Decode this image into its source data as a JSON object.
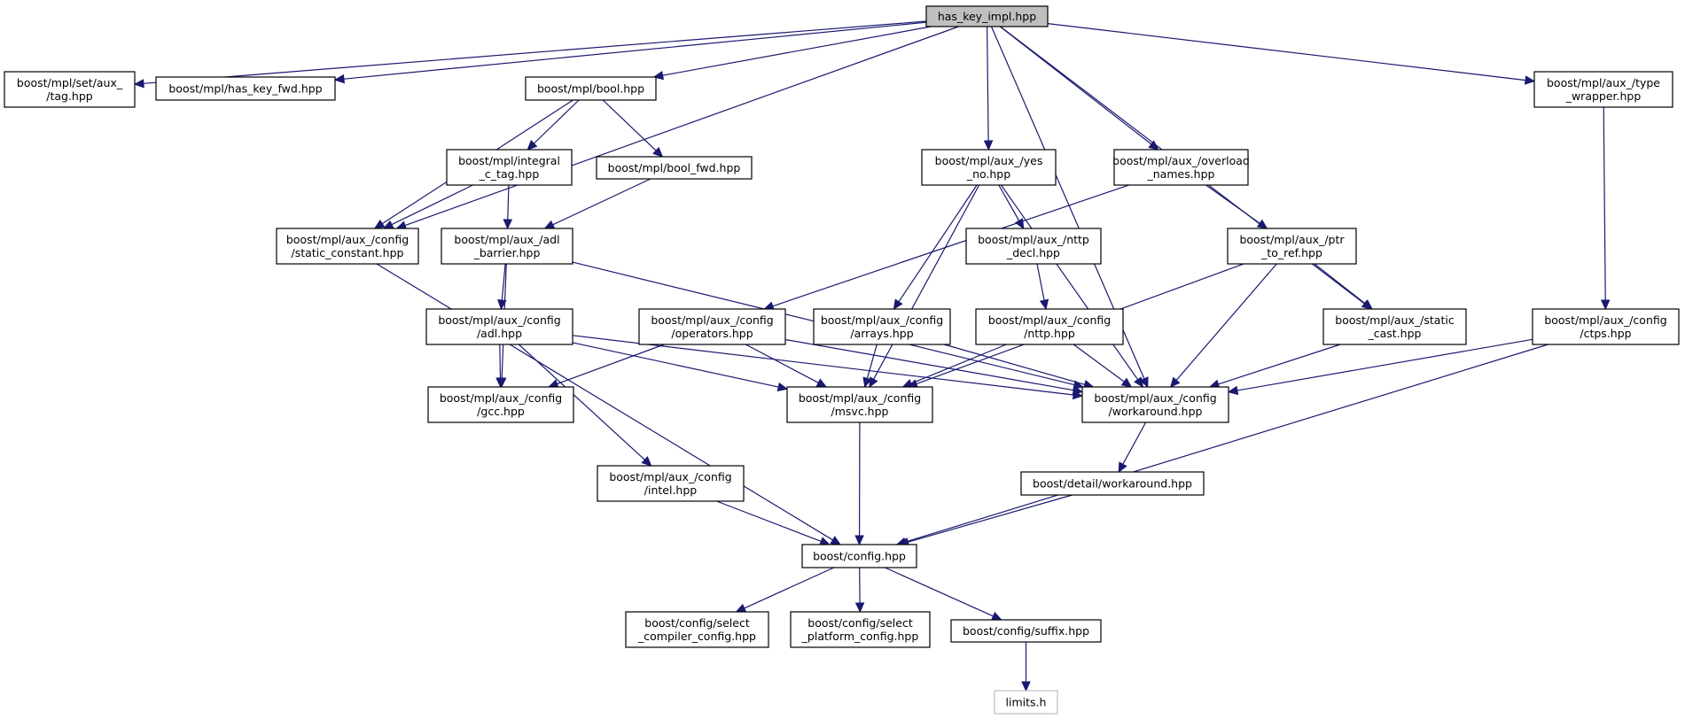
{
  "title": "has_key_impl.hpp include dependency graph",
  "colors": {
    "edge": "#191970",
    "root_fill": "#bfbfbf",
    "node_fill": "#ffffff",
    "node_border": "#000000",
    "external_border": "#bfbfbf"
  },
  "nodes": [
    {
      "id": "root",
      "lines": [
        "has_key_impl.hpp"
      ],
      "kind": "root"
    },
    {
      "id": "set_tag",
      "lines": [
        "boost/mpl/set/aux_",
        "/tag.hpp"
      ]
    },
    {
      "id": "has_key_fwd",
      "lines": [
        "boost/mpl/has_key_fwd.hpp"
      ]
    },
    {
      "id": "bool",
      "lines": [
        "boost/mpl/bool.hpp"
      ]
    },
    {
      "id": "integral_c_tag",
      "lines": [
        "boost/mpl/integral",
        "_c_tag.hpp"
      ]
    },
    {
      "id": "bool_fwd",
      "lines": [
        "boost/mpl/bool_fwd.hpp"
      ]
    },
    {
      "id": "yes_no",
      "lines": [
        "boost/mpl/aux_/yes",
        "_no.hpp"
      ]
    },
    {
      "id": "overload_names",
      "lines": [
        "boost/mpl/aux_/overload",
        "_names.hpp"
      ]
    },
    {
      "id": "type_wrapper",
      "lines": [
        "boost/mpl/aux_/type",
        "_wrapper.hpp"
      ]
    },
    {
      "id": "static_constant",
      "lines": [
        "boost/mpl/aux_/config",
        "/static_constant.hpp"
      ]
    },
    {
      "id": "adl_barrier",
      "lines": [
        "boost/mpl/aux_/adl",
        "_barrier.hpp"
      ]
    },
    {
      "id": "nttp_decl",
      "lines": [
        "boost/mpl/aux_/nttp",
        "_decl.hpp"
      ]
    },
    {
      "id": "ptr_to_ref",
      "lines": [
        "boost/mpl/aux_/ptr",
        "_to_ref.hpp"
      ]
    },
    {
      "id": "config_adl",
      "lines": [
        "boost/mpl/aux_/config",
        "/adl.hpp"
      ]
    },
    {
      "id": "operators",
      "lines": [
        "boost/mpl/aux_/config",
        "/operators.hpp"
      ]
    },
    {
      "id": "arrays",
      "lines": [
        "boost/mpl/aux_/config",
        "/arrays.hpp"
      ]
    },
    {
      "id": "nttp",
      "lines": [
        "boost/mpl/aux_/config",
        "/nttp.hpp"
      ]
    },
    {
      "id": "static_cast",
      "lines": [
        "boost/mpl/aux_/static",
        "_cast.hpp"
      ]
    },
    {
      "id": "ctps",
      "lines": [
        "boost/mpl/aux_/config",
        "/ctps.hpp"
      ]
    },
    {
      "id": "gcc",
      "lines": [
        "boost/mpl/aux_/config",
        "/gcc.hpp"
      ]
    },
    {
      "id": "msvc",
      "lines": [
        "boost/mpl/aux_/config",
        "/msvc.hpp"
      ]
    },
    {
      "id": "mpl_workaround",
      "lines": [
        "boost/mpl/aux_/config",
        "/workaround.hpp"
      ]
    },
    {
      "id": "intel",
      "lines": [
        "boost/mpl/aux_/config",
        "/intel.hpp"
      ]
    },
    {
      "id": "detail_workaround",
      "lines": [
        "boost/detail/workaround.hpp"
      ]
    },
    {
      "id": "boost_config",
      "lines": [
        "boost/config.hpp"
      ]
    },
    {
      "id": "select_compiler",
      "lines": [
        "boost/config/select",
        "_compiler_config.hpp"
      ]
    },
    {
      "id": "select_platform",
      "lines": [
        "boost/config/select",
        "_platform_config.hpp"
      ]
    },
    {
      "id": "suffix",
      "lines": [
        "boost/config/suffix.hpp"
      ]
    },
    {
      "id": "limits",
      "lines": [
        "limits.h"
      ],
      "kind": "external"
    }
  ],
  "edges": [
    [
      "root",
      "set_tag"
    ],
    [
      "root",
      "has_key_fwd"
    ],
    [
      "root",
      "bool"
    ],
    [
      "root",
      "static_constant"
    ],
    [
      "root",
      "yes_no"
    ],
    [
      "root",
      "overload_names"
    ],
    [
      "root",
      "type_wrapper"
    ],
    [
      "root",
      "static_cast"
    ],
    [
      "root",
      "mpl_workaround"
    ],
    [
      "bool",
      "integral_c_tag"
    ],
    [
      "bool",
      "bool_fwd"
    ],
    [
      "bool",
      "static_constant"
    ],
    [
      "integral_c_tag",
      "static_constant"
    ],
    [
      "integral_c_tag",
      "adl_barrier"
    ],
    [
      "bool_fwd",
      "adl_barrier"
    ],
    [
      "adl_barrier",
      "config_adl"
    ],
    [
      "adl_barrier",
      "gcc"
    ],
    [
      "adl_barrier",
      "mpl_workaround"
    ],
    [
      "config_adl",
      "gcc"
    ],
    [
      "config_adl",
      "msvc"
    ],
    [
      "config_adl",
      "intel"
    ],
    [
      "config_adl",
      "mpl_workaround"
    ],
    [
      "yes_no",
      "nttp_decl"
    ],
    [
      "yes_no",
      "arrays"
    ],
    [
      "yes_no",
      "msvc"
    ],
    [
      "yes_no",
      "mpl_workaround"
    ],
    [
      "nttp_decl",
      "nttp"
    ],
    [
      "overload_names",
      "ptr_to_ref"
    ],
    [
      "overload_names",
      "operators"
    ],
    [
      "ptr_to_ref",
      "static_cast"
    ],
    [
      "ptr_to_ref",
      "msvc"
    ],
    [
      "ptr_to_ref",
      "mpl_workaround"
    ],
    [
      "operators",
      "gcc"
    ],
    [
      "operators",
      "msvc"
    ],
    [
      "operators",
      "mpl_workaround"
    ],
    [
      "arrays",
      "msvc"
    ],
    [
      "arrays",
      "mpl_workaround"
    ],
    [
      "nttp",
      "msvc"
    ],
    [
      "nttp",
      "mpl_workaround"
    ],
    [
      "static_cast",
      "mpl_workaround"
    ],
    [
      "type_wrapper",
      "ctps"
    ],
    [
      "ctps",
      "mpl_workaround"
    ],
    [
      "ctps",
      "boost_config"
    ],
    [
      "static_constant",
      "boost_config"
    ],
    [
      "msvc",
      "boost_config"
    ],
    [
      "intel",
      "boost_config"
    ],
    [
      "mpl_workaround",
      "detail_workaround"
    ],
    [
      "detail_workaround",
      "boost_config"
    ],
    [
      "boost_config",
      "select_compiler"
    ],
    [
      "boost_config",
      "select_platform"
    ],
    [
      "boost_config",
      "suffix"
    ],
    [
      "suffix",
      "limits"
    ]
  ]
}
